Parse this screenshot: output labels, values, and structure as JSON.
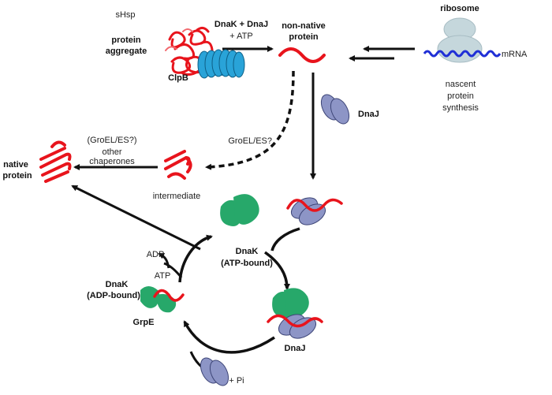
{
  "colors": {
    "protein": "#e8141c",
    "mrna": "#1f2fd6",
    "ribosome": "#c5d7dc",
    "clpb": "#29a3d8",
    "dnaj": "#8d95c6",
    "dnak": "#27a86a",
    "arrow": "#111111"
  },
  "labels": {
    "shsp": "sHsp",
    "protein_aggregate": [
      "protein",
      "aggregate"
    ],
    "dnak_dnaj": "DnaK + DnaJ",
    "plus_atp": "+ ATP",
    "clpb": "ClpB",
    "non_native_protein": [
      "non-native",
      "protein"
    ],
    "ribosome": "ribosome",
    "mrna": "mRNA",
    "nascent_synthesis": [
      "nascent",
      "protein",
      "synthesis"
    ],
    "dnaj_top": "DnaJ",
    "groel_es_q": "GroEL/ES?",
    "other_chaperones": [
      "(GroEL/ES?)",
      "other",
      "chaperones"
    ],
    "native_protein": [
      "native",
      "protein"
    ],
    "intermediate": "intermediate",
    "dnak_atp": [
      "DnaK",
      "(ATP-bound)"
    ],
    "adp": "ADP",
    "atp": "ATP",
    "dnak_adp": [
      "DnaK",
      "(ADP-bound)"
    ],
    "grpe": "GrpE",
    "dnaj_bottom": "DnaJ",
    "plus_pi": "+ Pi"
  },
  "icons": [
    "protein-aggregate-icon",
    "clpb-icon",
    "ribosome-icon",
    "mrna-icon",
    "dnaj-icon",
    "dnak-icon",
    "grpe-icon",
    "native-protein-icon",
    "intermediate-icon"
  ]
}
